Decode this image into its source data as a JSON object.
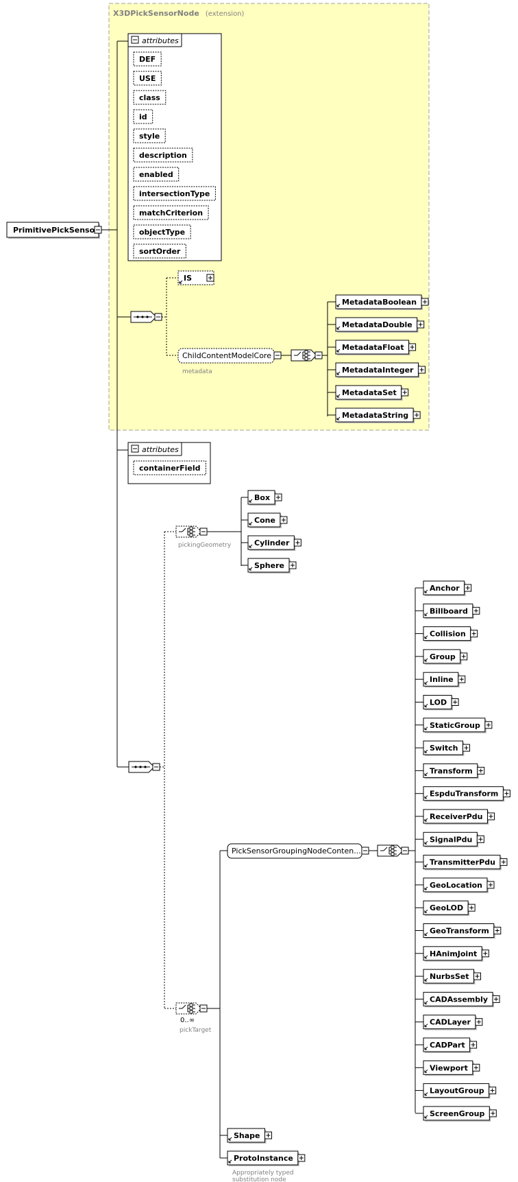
{
  "extension": {
    "name": "X3DPickSensorNode",
    "suffix": "(extension)"
  },
  "root": {
    "label": "PrimitivePickSensor"
  },
  "attributes_group_1": {
    "title": "attributes",
    "items": [
      "DEF",
      "USE",
      "class",
      "id",
      "style",
      "description",
      "enabled",
      "intersectionType",
      "matchCriterion",
      "objectType",
      "sortOrder"
    ]
  },
  "is_element": {
    "label": "IS"
  },
  "child_content": {
    "label": "ChildContentModelCore",
    "sublabel": "metadata"
  },
  "metadata_elements": [
    "MetadataBoolean",
    "MetadataDouble",
    "MetadataFloat",
    "MetadataInteger",
    "MetadataSet",
    "MetadataString"
  ],
  "attributes_group_2": {
    "title": "attributes",
    "items": [
      "containerField"
    ]
  },
  "picking_geometry": {
    "sublabel": "pickingGeometry",
    "items": [
      "Box",
      "Cone",
      "Cylinder",
      "Sphere"
    ]
  },
  "pick_target": {
    "cardinality": "0..∞",
    "sublabel": "pickTarget"
  },
  "grouping_content": {
    "label": "PickSensorGroupingNodeConten..."
  },
  "grouping_elements": [
    "Anchor",
    "Billboard",
    "Collision",
    "Group",
    "Inline",
    "LOD",
    "StaticGroup",
    "Switch",
    "Transform",
    "EspduTransform",
    "ReceiverPdu",
    "SignalPdu",
    "TransmitterPdu",
    "GeoLocation",
    "GeoLOD",
    "GeoTransform",
    "HAnimJoint",
    "NurbsSet",
    "CADAssembly",
    "CADLayer",
    "CADPart",
    "Viewport",
    "LayoutGroup",
    "ScreenGroup"
  ],
  "shape_element": {
    "label": "Shape"
  },
  "proto_instance": {
    "label": "ProtoInstance",
    "note_line1": "Appropriately typed",
    "note_line2": "substitution node"
  }
}
